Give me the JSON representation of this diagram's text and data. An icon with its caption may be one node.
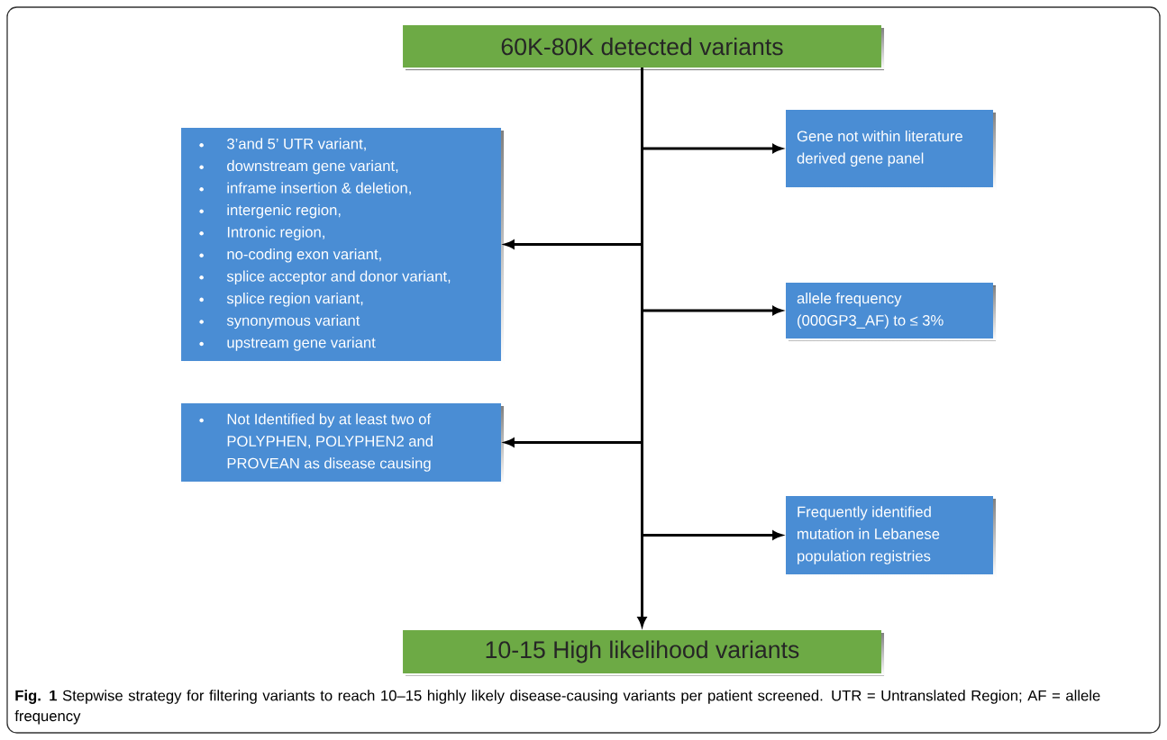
{
  "diagram": {
    "caption": "**Fig. 1** Stepwise strategy for filtering variants to reach 10–15 highly likely disease-causing variants per patient screened. UTR = Untranslated Region; AF = allele frequency",
    "nodes": [
      {
        "text": [
          "60K-80K detected variants"
        ]
      },
      {
        "text": [
          "Gene not within literature derived gene panel"
        ]
      },
      {
        "text": [
          "3’and 5’ UTR variant,",
          "downstream gene variant,",
          "inframe insertion & deletion,",
          "intergenic region,",
          "Intronic region,",
          "no-coding exon variant,",
          "splice acceptor and donor variant,",
          "splice region variant,",
          "synonymous variant",
          "upstream gene variant"
        ]
      },
      {
        "text": [
          "allele frequency (000GP3_AF) to ≤ 3%"
        ]
      },
      {
        "text": [
          "Not Identified by at least two of POLYPHEN, POLYPHEN2 and PROVEAN as disease causing"
        ]
      },
      {
        "text": [
          "Frequently identified mutation in Lebanese population registries"
        ]
      },
      {
        "text": [
          "10-15 High likelihood variants"
        ]
      }
    ],
    "edges": [
      {
        "from": 0,
        "to": 1,
        "arrow": "to"
      },
      {
        "from": 0,
        "to": 2,
        "arrow": "to"
      },
      {
        "from": 0,
        "to": 3,
        "arrow": "to"
      },
      {
        "from": 0,
        "to": 4,
        "arrow": "to"
      },
      {
        "from": 0,
        "to": 5,
        "arrow": "to"
      },
      {
        "from": 0,
        "to": 6,
        "arrow": "to"
      }
    ]
  }
}
